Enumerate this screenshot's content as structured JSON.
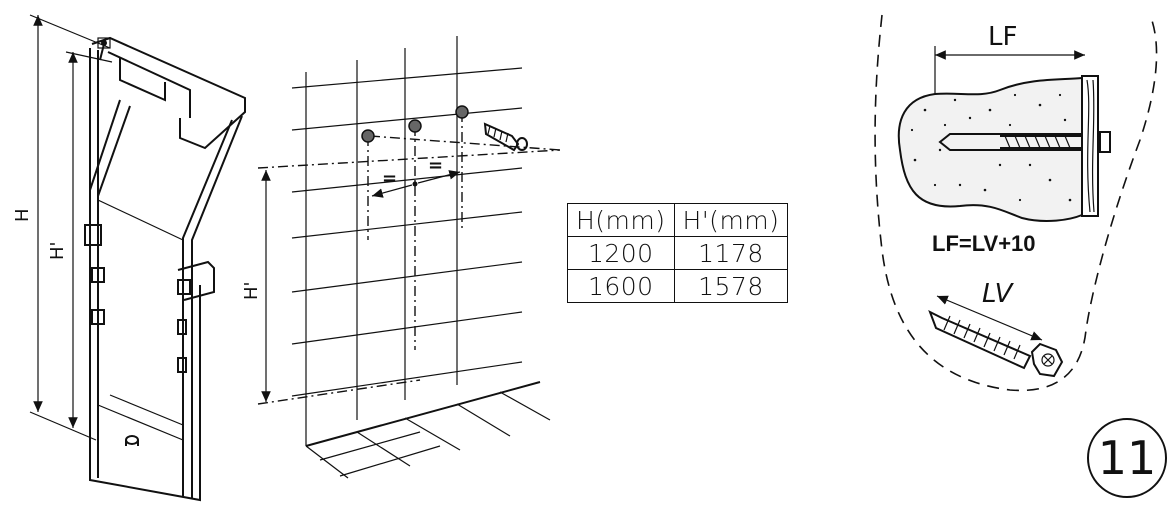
{
  "labels": {
    "h": "H",
    "h_prime": "H'",
    "h_prime_wall": "H'",
    "equal_left": "=",
    "equal_right": "=",
    "lf": "LF",
    "lv": "LV",
    "formula": "LF=LV+10",
    "step": "11"
  },
  "table": {
    "headers": [
      "H(mm)",
      "H'(mm)"
    ],
    "rows": [
      [
        "1200",
        "1178"
      ],
      [
        "1600",
        "1578"
      ]
    ]
  }
}
